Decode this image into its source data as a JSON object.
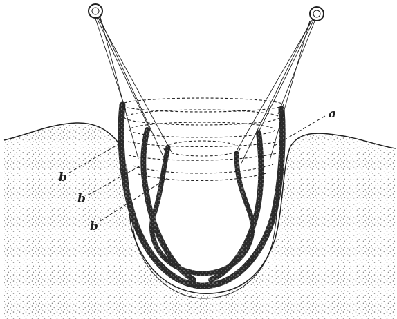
{
  "figure": {
    "labels": {
      "a": "a",
      "b_top": "b",
      "b_middle": "b",
      "b_bottom": "b"
    },
    "colors": {
      "ink": "#1f1f1f",
      "tissue_dots": "#7a7a7a",
      "background": "#ffffff"
    }
  }
}
